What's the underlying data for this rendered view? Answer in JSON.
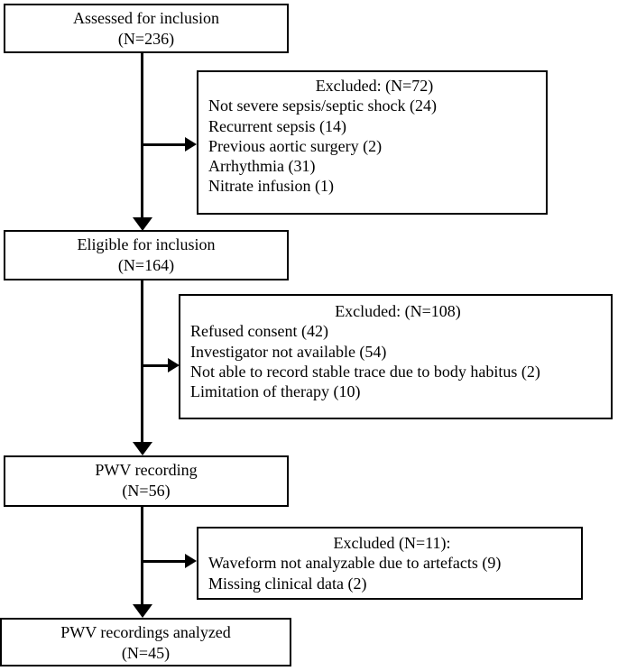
{
  "diagram": {
    "type": "study-flow-diagram",
    "colors": {
      "border": "#000000",
      "text": "#000000",
      "background": "#ffffff"
    }
  },
  "main_boxes": [
    {
      "label": "Assessed for inclusion",
      "n": "(N=236)"
    },
    {
      "label": "Eligible for inclusion",
      "n": "(N=164)"
    },
    {
      "label": "PWV recording",
      "n": "(N=56)"
    },
    {
      "label": "PWV recordings analyzed",
      "n": "(N=45)"
    }
  ],
  "excluded_boxes": [
    {
      "header": "Excluded: (N=72)",
      "items": [
        "Not severe sepsis/septic shock (24)",
        "Recurrent sepsis (14)",
        "Previous aortic surgery (2)",
        "Arrhythmia (31)",
        "Nitrate infusion (1)"
      ]
    },
    {
      "header": "Excluded: (N=108)",
      "items": [
        "Refused consent (42)",
        "Investigator not available (54)",
        "Not able to record stable trace due to body habitus (2)",
        "Limitation of therapy (10)"
      ]
    },
    {
      "header": "Excluded (N=11):",
      "items": [
        "Waveform not analyzable due to artefacts (9)",
        "Missing clinical data (2)"
      ]
    }
  ]
}
